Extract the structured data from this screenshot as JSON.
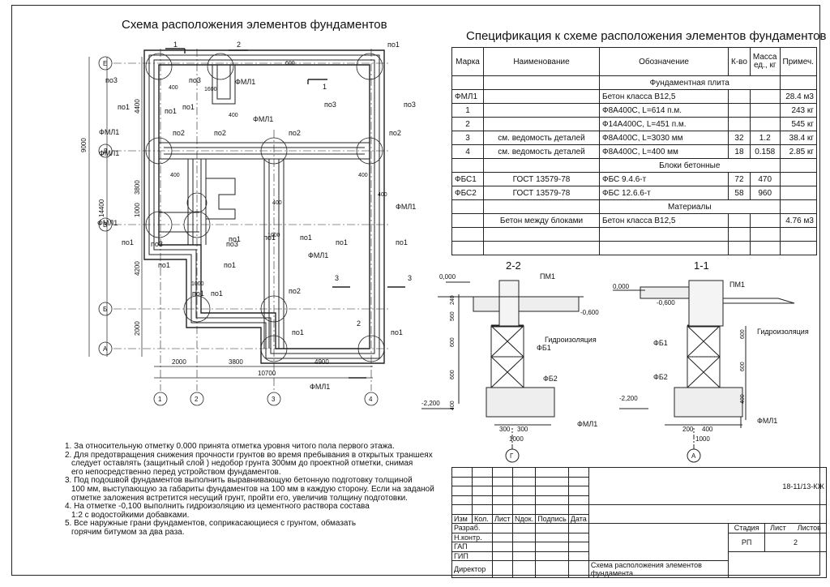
{
  "plan": {
    "title": "Схема расположения элементов фундаментов",
    "axes_letters": [
      "Е",
      "Д",
      "В",
      "Б",
      "А"
    ],
    "axes_numbers": [
      "1",
      "2",
      "3",
      "4"
    ],
    "dims_vertical": [
      "9000",
      "14400",
      "4400",
      "3800",
      "1000",
      "4200",
      "2000"
    ],
    "dims_horizontal": [
      "2000",
      "3800",
      "4900",
      "10700"
    ],
    "labels": {
      "fml1": "ФМЛ1",
      "po1": "по1",
      "po2": "по2",
      "po3": "по3",
      "s1": "1",
      "s2": "2",
      "s3": "3",
      "d400": "400",
      "d600": "600",
      "d1000": "1000",
      "d1600": "1600"
    }
  },
  "spec": {
    "title": "Спецификация к схеме расположения элементов фундаментов",
    "headers": [
      "Марка",
      "Наименование",
      "Обозначение",
      "К-во",
      "Масса ед., кг",
      "Примеч."
    ],
    "sections": {
      "plate": "Фундаментная плита",
      "blocks": "Блоки бетонные",
      "materials": "Материалы"
    },
    "rows": [
      {
        "mark": "ФМЛ1",
        "name": "",
        "desig": "Бетон класса В12,5",
        "qty": "",
        "mass": "",
        "note": "28.4 м3"
      },
      {
        "mark": "1",
        "name": "",
        "desig": "Ф8А400С, L=614 п.м.",
        "qty": "",
        "mass": "",
        "note": "243 кг"
      },
      {
        "mark": "2",
        "name": "",
        "desig": "Ф14А400С, L=451 п.м.",
        "qty": "",
        "mass": "",
        "note": "545 кг"
      },
      {
        "mark": "3",
        "name": "см. ведомость деталей",
        "desig": "Ф8А400С, L=3030 мм",
        "qty": "32",
        "mass": "1.2",
        "note": "38.4 кг"
      },
      {
        "mark": "4",
        "name": "см. ведомость деталей",
        "desig": "Ф8А400С, L=400 мм",
        "qty": "18",
        "mass": "0.158",
        "note": "2.85 кг"
      },
      {
        "mark": "ФБС1",
        "name": "ГОСТ 13579-78",
        "desig": "ФБС 9.4.6-т",
        "qty": "72",
        "mass": "470",
        "note": ""
      },
      {
        "mark": "ФБС2",
        "name": "ГОСТ 13579-78",
        "desig": "ФБС 12.6.6-т",
        "qty": "58",
        "mass": "960",
        "note": ""
      },
      {
        "mark": "",
        "name": "Бетон между блоками",
        "desig": "Бетон класса В12,5",
        "qty": "",
        "mass": "",
        "note": "4.76 м3"
      }
    ]
  },
  "sections": {
    "s22": {
      "title": "2-2",
      "pm1": "ПМ1",
      "lvl0": "0,000",
      "lvl600": "-0,600",
      "lvl2200": "-2,200",
      "hydro": "Гидроизоляция",
      "fb1": "ФБ1",
      "fb2": "ФБ2",
      "fml1": "ФМЛ1",
      "d300a": "300",
      "d300b": "300",
      "d1000": "1000",
      "axis": "Г",
      "dims": [
        "240",
        "560",
        "600",
        "600",
        "400"
      ]
    },
    "s11": {
      "title": "1-1",
      "pm1": "ПМ1",
      "lvl0": "0,000",
      "lvl600": "-0,600",
      "lvl2200": "-2,200",
      "hydro": "Гидроизоляция",
      "fb1": "ФБ1",
      "fb2": "ФБ2",
      "fml1": "ФМЛ1",
      "d200": "200",
      "d400": "400",
      "d1000": "1000",
      "axis": "А",
      "dims": [
        "600",
        "600",
        "400"
      ]
    }
  },
  "notes": [
    "1. За относительную отметку 0.000 принята отметка уровня читого пола первого этажа.",
    "2. Для предотвращения снижения прочности грунтов во время пребывания в открытых траншеях",
    "    следует оставлять (защитный слой ) недобор грунта 300мм до проектной отметки, снимая",
    "    его непосредственно перед устройством фундаментов.",
    "3. Под подошвой фундаментов выполнить выравнивающую бетонную подготовку толщиной",
    "    100 мм, выступающую за габариты фундаментов на 100 мм в каждую сторону. Если на заданой",
    "    отметке заложения встретится несущий грунт, пройти его, увеличив толщину подготовки.",
    "4. На отметке -0,100 выполнить гидроизоляцию из цементного раствора состава",
    "    1:2 с водостойкими добавками.",
    "5. Все наружные грани фундаментов, соприкасающиеся с грунтом, обмазать",
    "    горячим битумом за два раза."
  ],
  "stamp": {
    "code": "18-11/13-КЖ",
    "cols": [
      "Изм",
      "Кол.",
      "Лист",
      "Nдок.",
      "Подпись",
      "Дата"
    ],
    "roles": [
      "Разраб.",
      "Н.контр.",
      "ГАП",
      "ГИП",
      "Директор"
    ],
    "stage_h": "Стадия",
    "sheet_h": "Лист",
    "sheets_h": "Листов",
    "stage": "РП",
    "sheet": "2",
    "sheets": "",
    "title": "Схема расположения элементов фундамента"
  }
}
